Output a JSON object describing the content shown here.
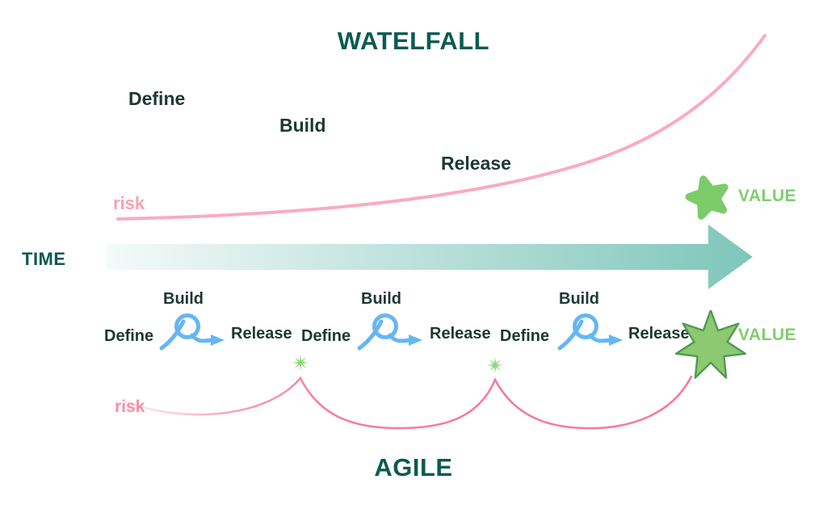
{
  "waterfall": {
    "title": "WATELFALL",
    "define": "Define",
    "build": "Build",
    "release": "Release",
    "risk": "risk",
    "value": "VALUE"
  },
  "time_label": "TIME",
  "agile": {
    "title": "AGILE",
    "cycles": [
      {
        "define": "Define",
        "build": "Build",
        "release": "Release"
      },
      {
        "define": "Define",
        "build": "Build",
        "release": "Release"
      },
      {
        "define": "Define",
        "build": "Build",
        "release": "Release"
      }
    ],
    "risk": "risk",
    "value": "VALUE"
  },
  "icons": {
    "top_value_star": "star-icon",
    "bottom_value_star": "starburst-icon",
    "milestone_sparkles": "sparkle-icon",
    "iteration_loops": "loop-arrow-icon",
    "time_arrow": "right-arrow-icon"
  },
  "colors": {
    "title_teal": "#0B5B50",
    "label_dark": "#1D3832",
    "risk_pink_light": "#F8ABBF",
    "risk_pink": "#F7789B",
    "loop_blue": "#66B6F3",
    "value_green": "#7FCE6E",
    "star_green": "#7CCB6B",
    "starburst_fill": "#8CC970",
    "starburst_stroke": "#4F9B53",
    "sparkle_green": "#8FD87F",
    "arrow_gradient_from": "#F5FAF9",
    "arrow_gradient_to": "#7EC6BA"
  }
}
